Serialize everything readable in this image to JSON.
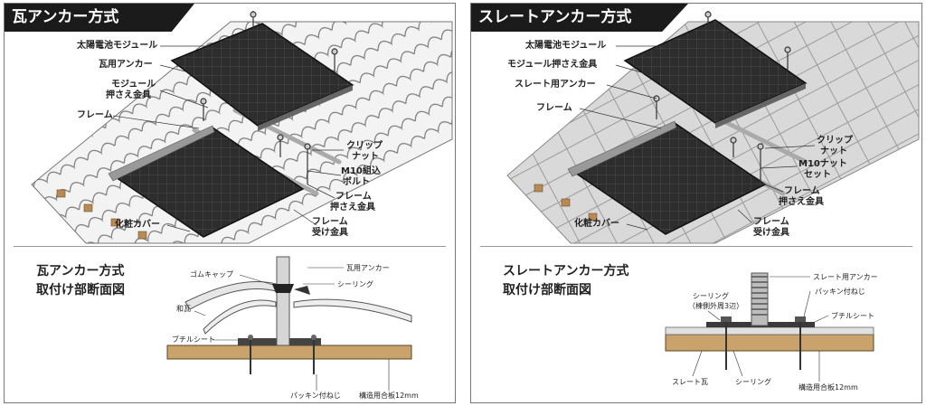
{
  "left": {
    "title": "瓦アンカー方式",
    "labels": {
      "module": "太陽電池モジュール",
      "anchor": "瓦用アンカー",
      "module_clamp_1": "モジュール",
      "module_clamp_2": "押さえ金具",
      "frame": "フレーム",
      "clip_nut_1": "クリップ",
      "clip_nut_2": "ナット",
      "bolt_1": "M10組込",
      "bolt_2": "ボルト",
      "frame_clamp_1": "フレーム",
      "frame_clamp_2": "押さえ金具",
      "frame_support_1": "フレーム",
      "frame_support_2": "受け金具",
      "cover": "化粧カバー"
    },
    "section_title_1": "瓦アンカー方式",
    "section_title_2": "取付け部断面図",
    "section_labels": {
      "anchor": "瓦用アンカー",
      "rubber_cap": "ゴムキャップ",
      "sealing": "シーリング",
      "tile": "和瓦",
      "butyl": "ブチルシート",
      "screw": "パッキン付ねじ",
      "plywood": "構造用合板12mm"
    }
  },
  "right": {
    "title": "スレートアンカー方式",
    "labels": {
      "module": "太陽電池モジュール",
      "module_clamp": "モジュール押さえ金具",
      "anchor": "スレート用アンカー",
      "frame": "フレーム",
      "clip_nut_1": "クリップ",
      "clip_nut_2": "ナット",
      "nut_set_1": "M10ナット",
      "nut_set_2": "セット",
      "frame_clamp_1": "フレーム",
      "frame_clamp_2": "押さえ金具",
      "frame_support_1": "フレーム",
      "frame_support_2": "受け金具",
      "cover": "化粧カバー"
    },
    "section_title_1": "スレートアンカー方式",
    "section_title_2": "取付け部断面図",
    "section_labels": {
      "anchor": "スレート用アンカー",
      "screw": "パッキン付ねじ",
      "sealing_1": "シーリング",
      "sealing_2": "（棟側外周3辺）",
      "butyl": "ブチルシート",
      "slate": "スレート瓦",
      "sealing_bottom": "シーリング",
      "plywood": "構造用合板12mm"
    }
  },
  "colors": {
    "panel_dark": "#2b2b2b",
    "tile_light": "#eeeeee",
    "slate": "#d8d8d8",
    "plywood": "#c9a36b",
    "title_bg": "#1b1b1b"
  }
}
